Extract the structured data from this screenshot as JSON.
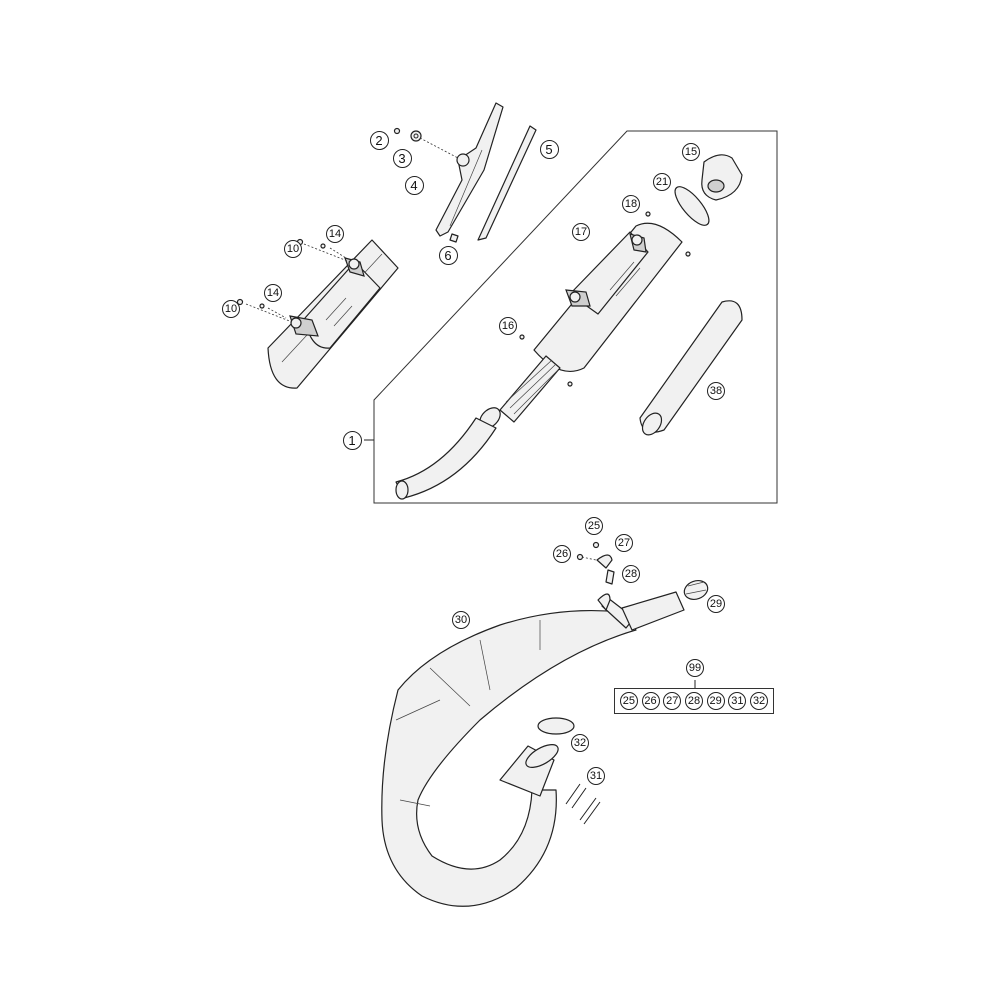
{
  "callouts": {
    "c1": "1",
    "c2": "2",
    "c3": "3",
    "c4": "4",
    "c5": "5",
    "c6": "6",
    "c10a": "10",
    "c10b": "10",
    "c14a": "14",
    "c14b": "14",
    "c15": "15",
    "c16": "16",
    "c17": "17",
    "c18": "18",
    "c21": "21",
    "c25": "25",
    "c26": "26",
    "c27": "27",
    "c28": "28",
    "c29": "29",
    "c30": "30",
    "c31": "31",
    "c32": "32",
    "c38": "38",
    "c99": "99"
  },
  "kit": {
    "label": "99",
    "items": [
      "25",
      "26",
      "27",
      "28",
      "29",
      "31",
      "32"
    ]
  }
}
